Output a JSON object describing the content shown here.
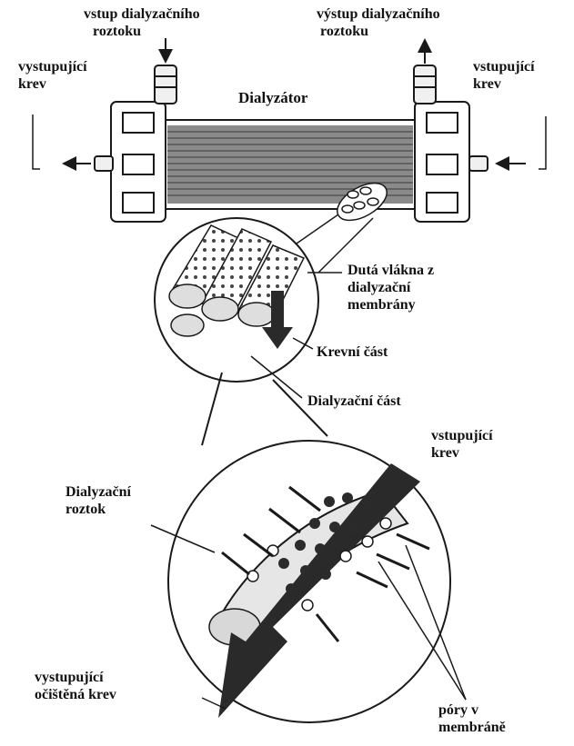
{
  "labels": {
    "inlet_dialysate": [
      "vstup dialyzačního",
      "roztoku"
    ],
    "outlet_dialysate": [
      "výstup dialyzačního",
      "roztoku"
    ],
    "outflow_blood": [
      "vystupující",
      "krev"
    ],
    "inflow_blood": [
      "vstupující",
      "krev"
    ],
    "dialyzer": "Dialyzátor",
    "hollow_fibers": [
      "Dutá vlákna z",
      "dialyzační",
      "membrány"
    ],
    "blood_part": "Krevní část",
    "dialysate_part": "Dialyzační část",
    "inflow_blood_detail": [
      "vstupující",
      "krev"
    ],
    "dialysis_solution": [
      "Dialyzační",
      "roztok"
    ],
    "outflow_clean_blood": [
      "vystupující",
      "očištěná krev"
    ],
    "membrane_pores": [
      "póry v",
      "membráně"
    ]
  },
  "colors": {
    "ink": "#1a1a1a",
    "fiber_gray": "#777777",
    "solute_dark": "#2b2b2b",
    "membrane_light": "#dcdcdc",
    "arrow_dark": "#2a2a2a"
  }
}
